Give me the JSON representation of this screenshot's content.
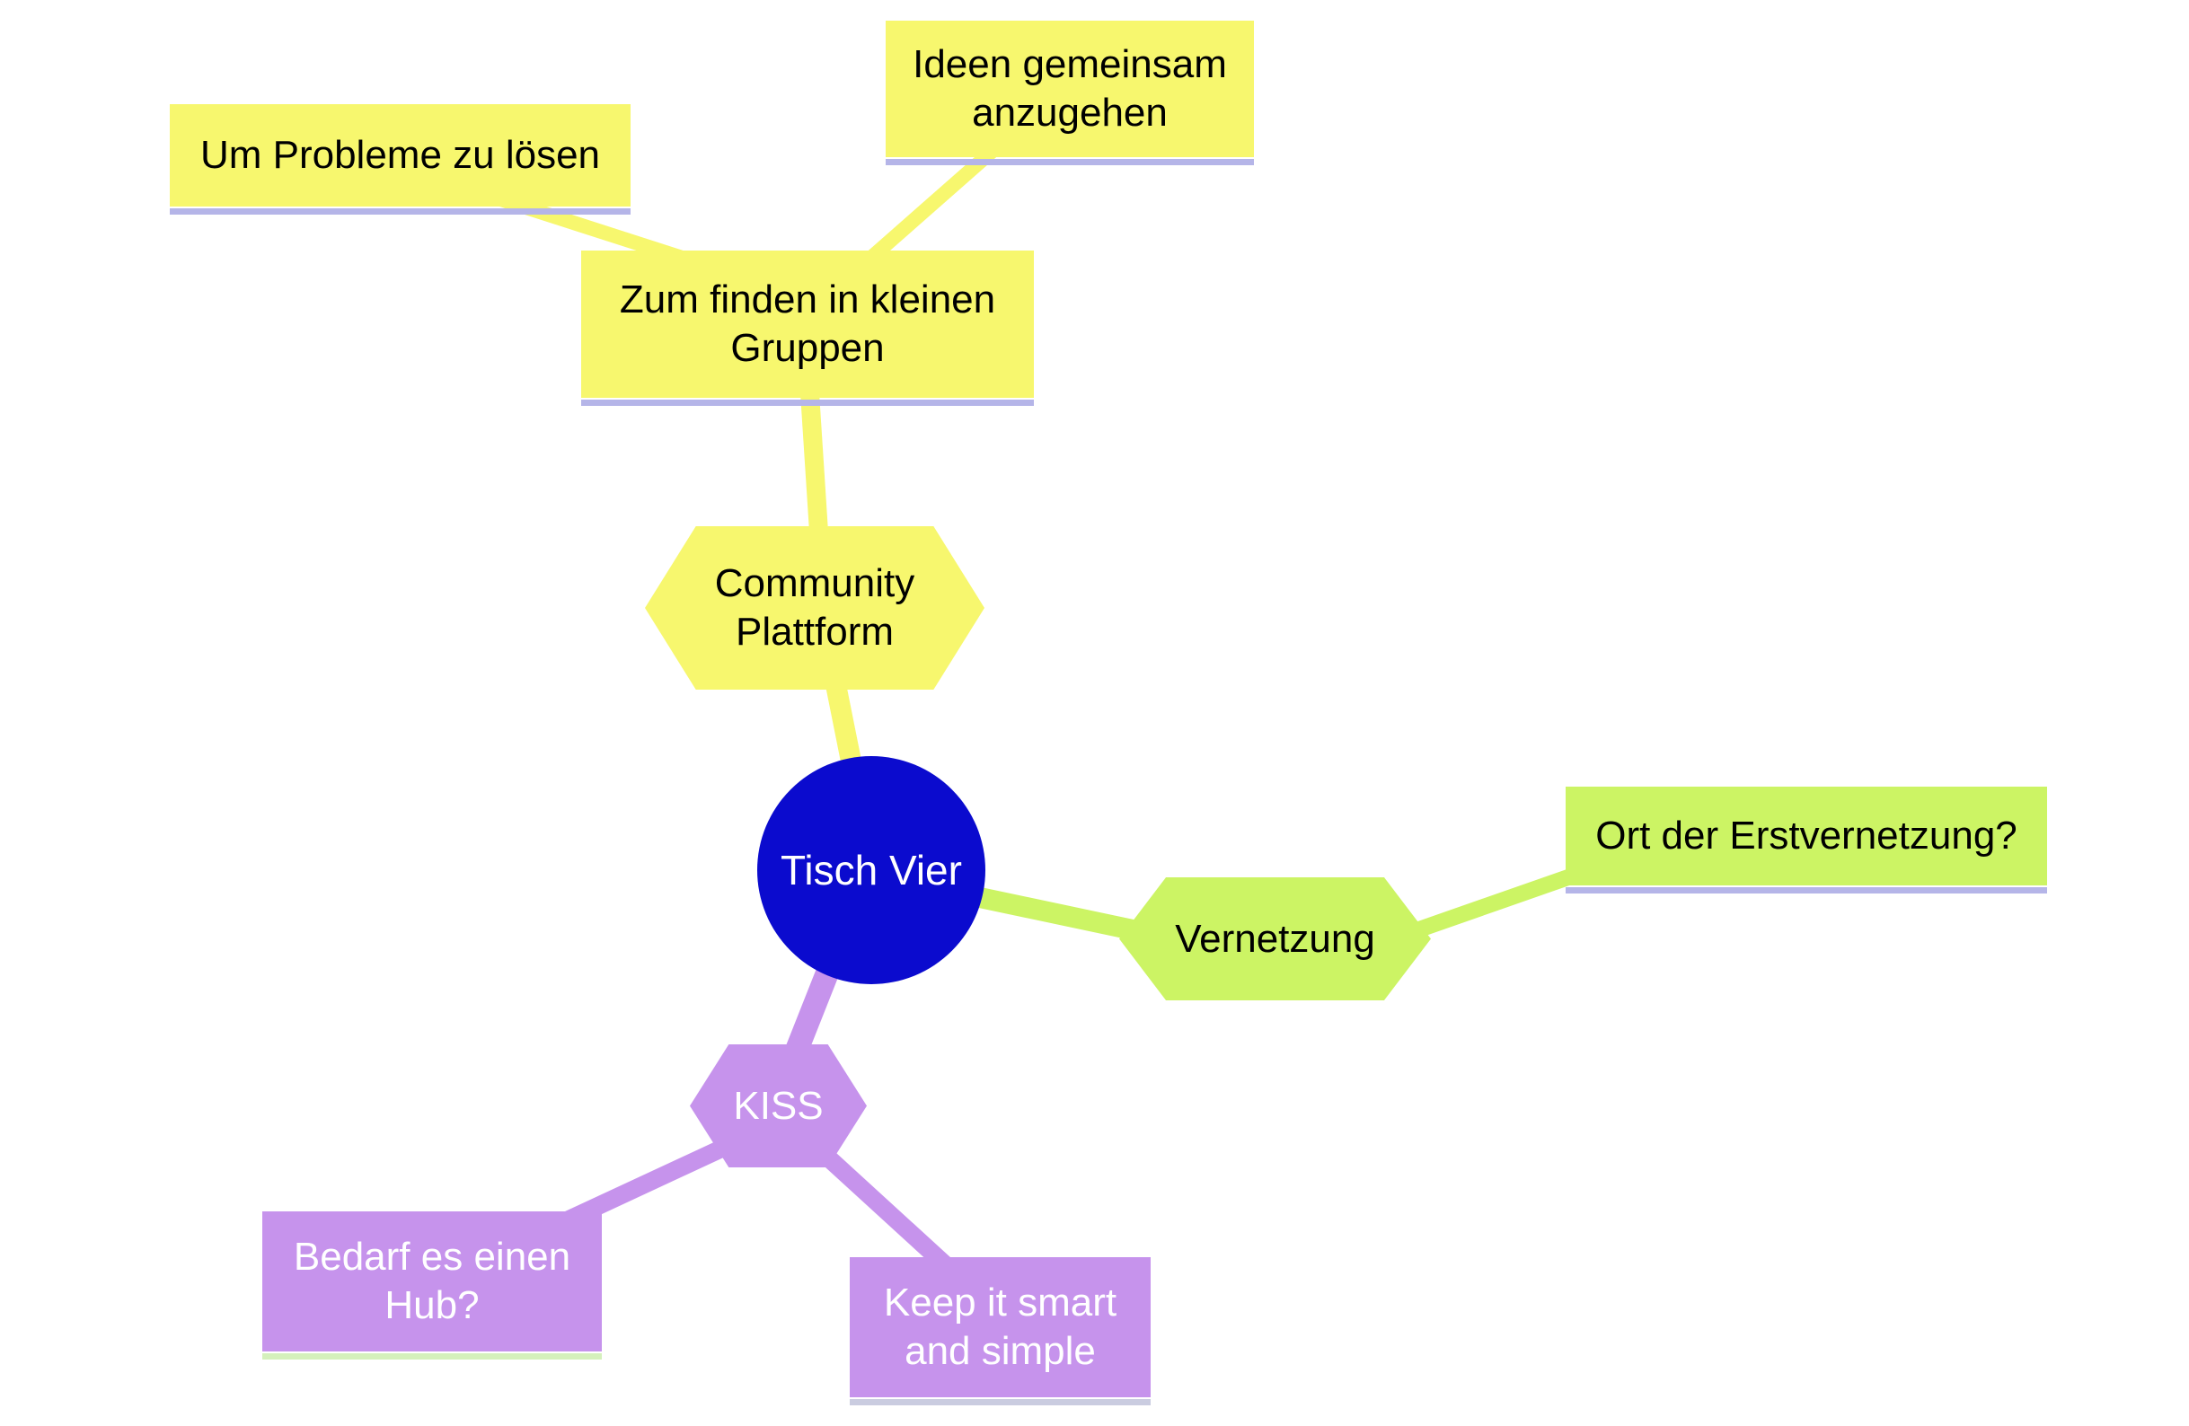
{
  "map_title": "Tisch Vier mind map",
  "palette": {
    "branch_yellow": "#F7F76E",
    "branch_green": "#CCF464",
    "branch_purple": "#C693EC",
    "root_blue": "#0B0BCE",
    "underline_lavender": "#B5B5E8",
    "underline_pale_green": "#D5F0BC",
    "text_dark": "#000000",
    "text_light": "#FFFFFF",
    "background": "#FFFFFF"
  },
  "root": {
    "label": "Tisch Vier",
    "shape": "circle",
    "branch": "root_blue"
  },
  "nodes": {
    "community": {
      "label": "Community\nPlattform",
      "shape": "hexagon",
      "branch": "yellow"
    },
    "zum": {
      "label": "Zum finden in kleinen\nGruppen",
      "shape": "rectangle",
      "branch": "yellow"
    },
    "um": {
      "label": "Um Probleme zu lösen",
      "shape": "rectangle",
      "branch": "yellow"
    },
    "ideen": {
      "label": "Ideen gemeinsam\nanzugehen",
      "shape": "rectangle",
      "branch": "yellow"
    },
    "vernetzung": {
      "label": "Vernetzung",
      "shape": "hexagon",
      "branch": "green"
    },
    "ort": {
      "label": "Ort der Erstvernetzung?",
      "shape": "rectangle",
      "branch": "green"
    },
    "kiss": {
      "label": "KISS",
      "shape": "hexagon",
      "branch": "purple"
    },
    "bedarf": {
      "label": "Bedarf es einen\nHub?",
      "shape": "rectangle",
      "branch": "purple"
    },
    "keep": {
      "label": "Keep it smart\nand simple",
      "shape": "rectangle",
      "branch": "purple"
    }
  },
  "edges": [
    {
      "from": "root",
      "to": "community",
      "color": "#F7F76E"
    },
    {
      "from": "community",
      "to": "zum",
      "color": "#F7F76E"
    },
    {
      "from": "zum",
      "to": "um",
      "color": "#F7F76E"
    },
    {
      "from": "zum",
      "to": "ideen",
      "color": "#F7F76E"
    },
    {
      "from": "root",
      "to": "vernetzung",
      "color": "#CCF464"
    },
    {
      "from": "vernetzung",
      "to": "ort",
      "color": "#CCF464"
    },
    {
      "from": "root",
      "to": "kiss",
      "color": "#C693EC"
    },
    {
      "from": "kiss",
      "to": "bedarf",
      "color": "#C693EC"
    },
    {
      "from": "kiss",
      "to": "keep",
      "color": "#C693EC"
    }
  ]
}
